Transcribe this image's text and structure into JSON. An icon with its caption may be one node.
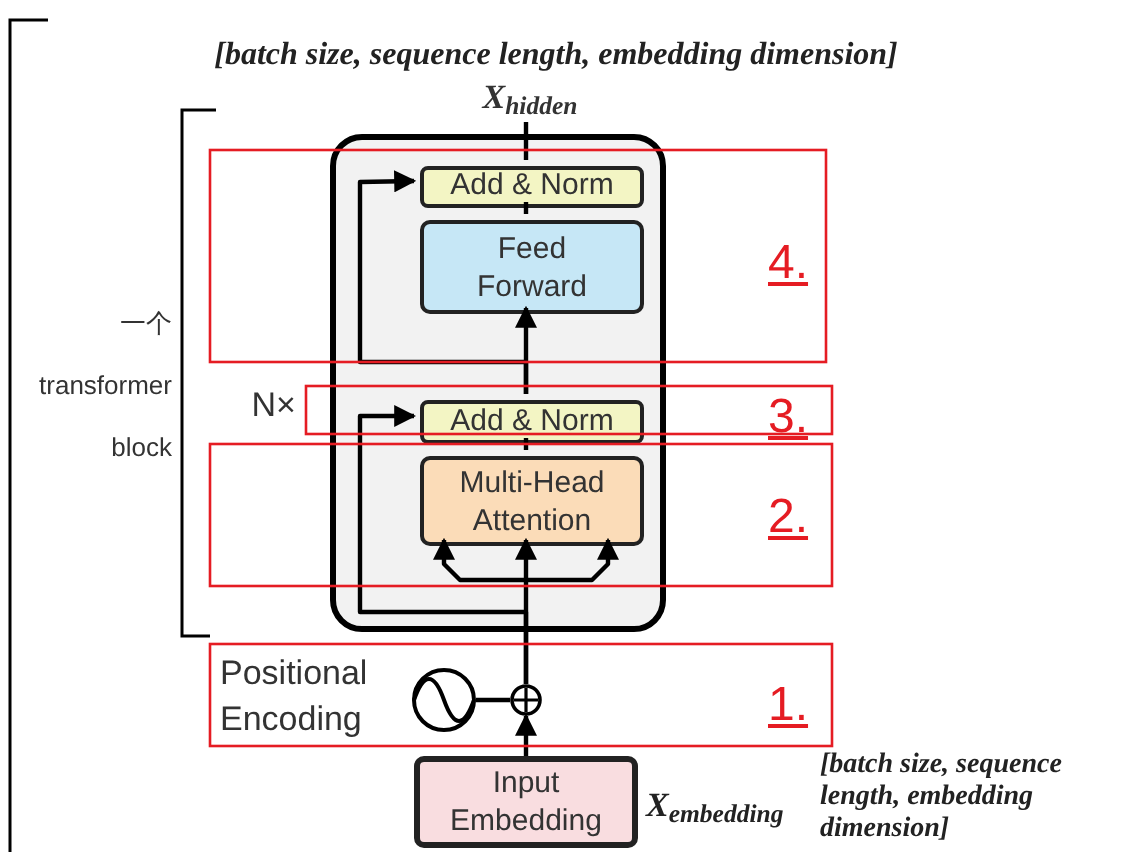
{
  "diagram": {
    "nodes": [
      {
        "text": [],
        "shape": "box",
        "beside": [
          "N×"
        ]
      },
      {
        "text": [
          "Add & Norm"
        ],
        "in": 0
      },
      {
        "text": [
          "Feed Forward"
        ],
        "in": 0
      },
      {
        "text": [
          "Add & Norm"
        ],
        "in": 0
      },
      {
        "text": [
          "Multi-Head Attention"
        ],
        "in": 0
      },
      {
        "text": [
          "Input Embedding"
        ],
        "beside": [
          "X$_{embedding}$"
        ]
      },
      {
        "text": [],
        "shape": "circle",
        "beside": [
          "Positional Encoding"
        ]
      },
      {
        "text": [],
        "shape": "circle"
      },
      {
        "text": [
          "X$_{hidden}$"
        ]
      }
    ],
    "edges": [
      {
        "from": 5,
        "to": 7,
        "arrow": "to"
      },
      {
        "from": 6,
        "to": 7,
        "arrow": "none"
      },
      {
        "from": 7,
        "to": 4,
        "arrow": "to"
      },
      {
        "from": 7,
        "to": 3,
        "arrow": "to"
      },
      {
        "from": 4,
        "to": 3,
        "arrow": "none"
      },
      {
        "from": 3,
        "to": 2,
        "arrow": "to"
      },
      {
        "from": 3,
        "to": 1,
        "arrow": "to"
      },
      {
        "from": 2,
        "to": 1,
        "arrow": "none"
      },
      {
        "from": 1,
        "to": 8,
        "arrow": "none"
      },
      {
        "from": null,
        "to": 4,
        "arrow": "to"
      },
      {
        "from": null,
        "to": 4,
        "arrow": "to"
      }
    ],
    "labels": [
      "[batch size, sequence length, embedding dimension]",
      "一个 transformer block",
      "4.",
      "3.",
      "2.",
      "1.",
      "[batch size, sequence length, embedding dimension]"
    ]
  }
}
